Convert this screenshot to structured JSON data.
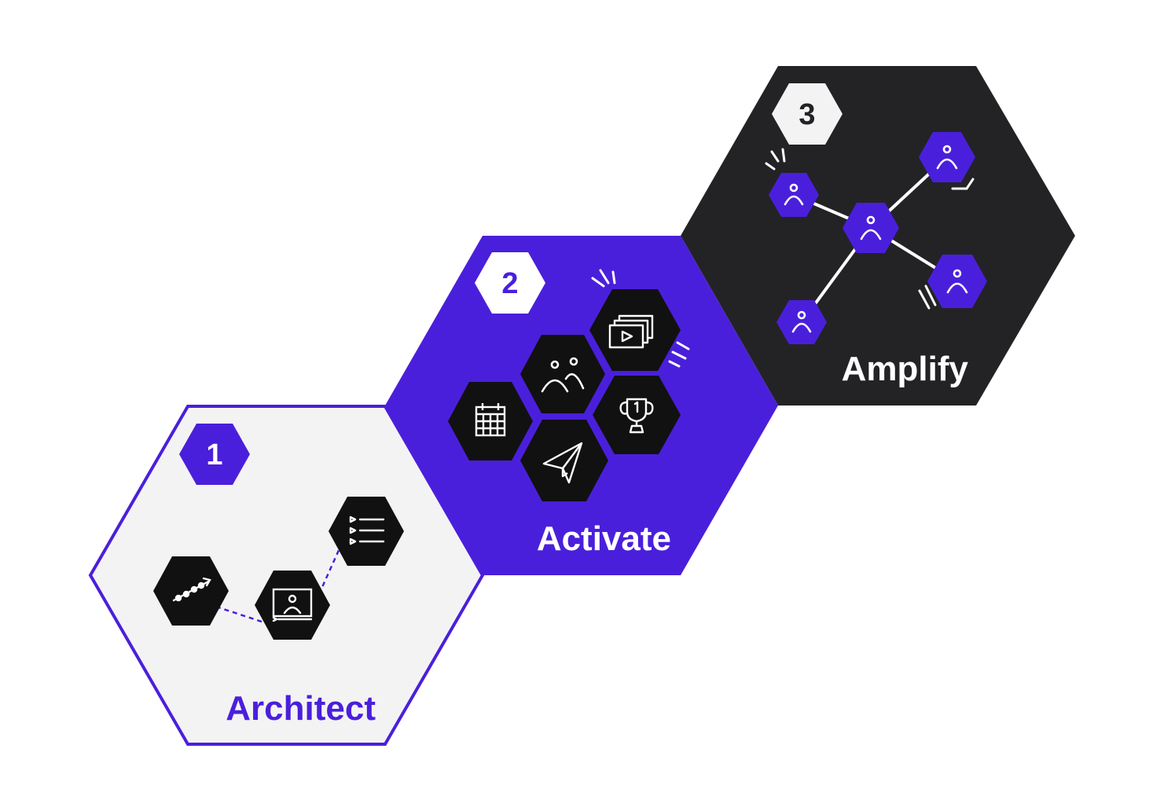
{
  "stages": [
    {
      "number": "1",
      "title": "Architect"
    },
    {
      "number": "2",
      "title": "Activate"
    },
    {
      "number": "3",
      "title": "Amplify"
    }
  ],
  "colors": {
    "purple": "#4A1FDB",
    "dark": "#232326",
    "light": "#F3F3F4",
    "white": "#FFFFFF",
    "icon_black": "#111111"
  },
  "icons": {
    "architect": [
      "timeline-icon",
      "presentation-icon",
      "checklist-icon"
    ],
    "activate": [
      "calendar-icon",
      "people-icon",
      "video-stack-icon",
      "trophy-icon",
      "paper-plane-icon"
    ],
    "amplify": [
      "person-icon",
      "person-icon",
      "person-icon",
      "person-icon",
      "person-icon"
    ]
  }
}
